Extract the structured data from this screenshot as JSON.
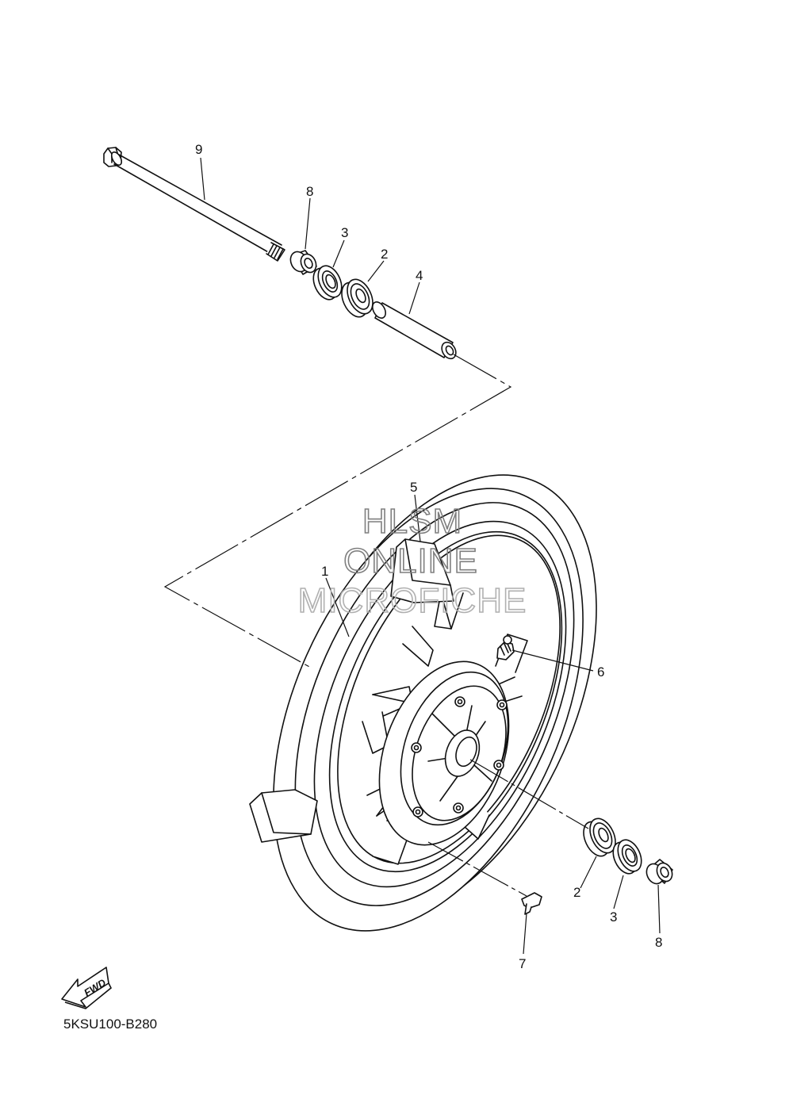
{
  "diagram": {
    "callouts": {
      "c9": "9",
      "c8_top": "8",
      "c3_top": "3",
      "c2_top": "2",
      "c4": "4",
      "c5": "5",
      "c1": "1",
      "c6": "6",
      "c2_bottom": "2",
      "c3_bottom": "3",
      "c8_bottom": "8",
      "c7": "7"
    },
    "watermark": {
      "line1": "HLSM",
      "line2": "ONLINE",
      "line3": "MICROFICHE"
    },
    "fwd_label": "FWD",
    "drawing_code": "5KSU100-B280"
  }
}
